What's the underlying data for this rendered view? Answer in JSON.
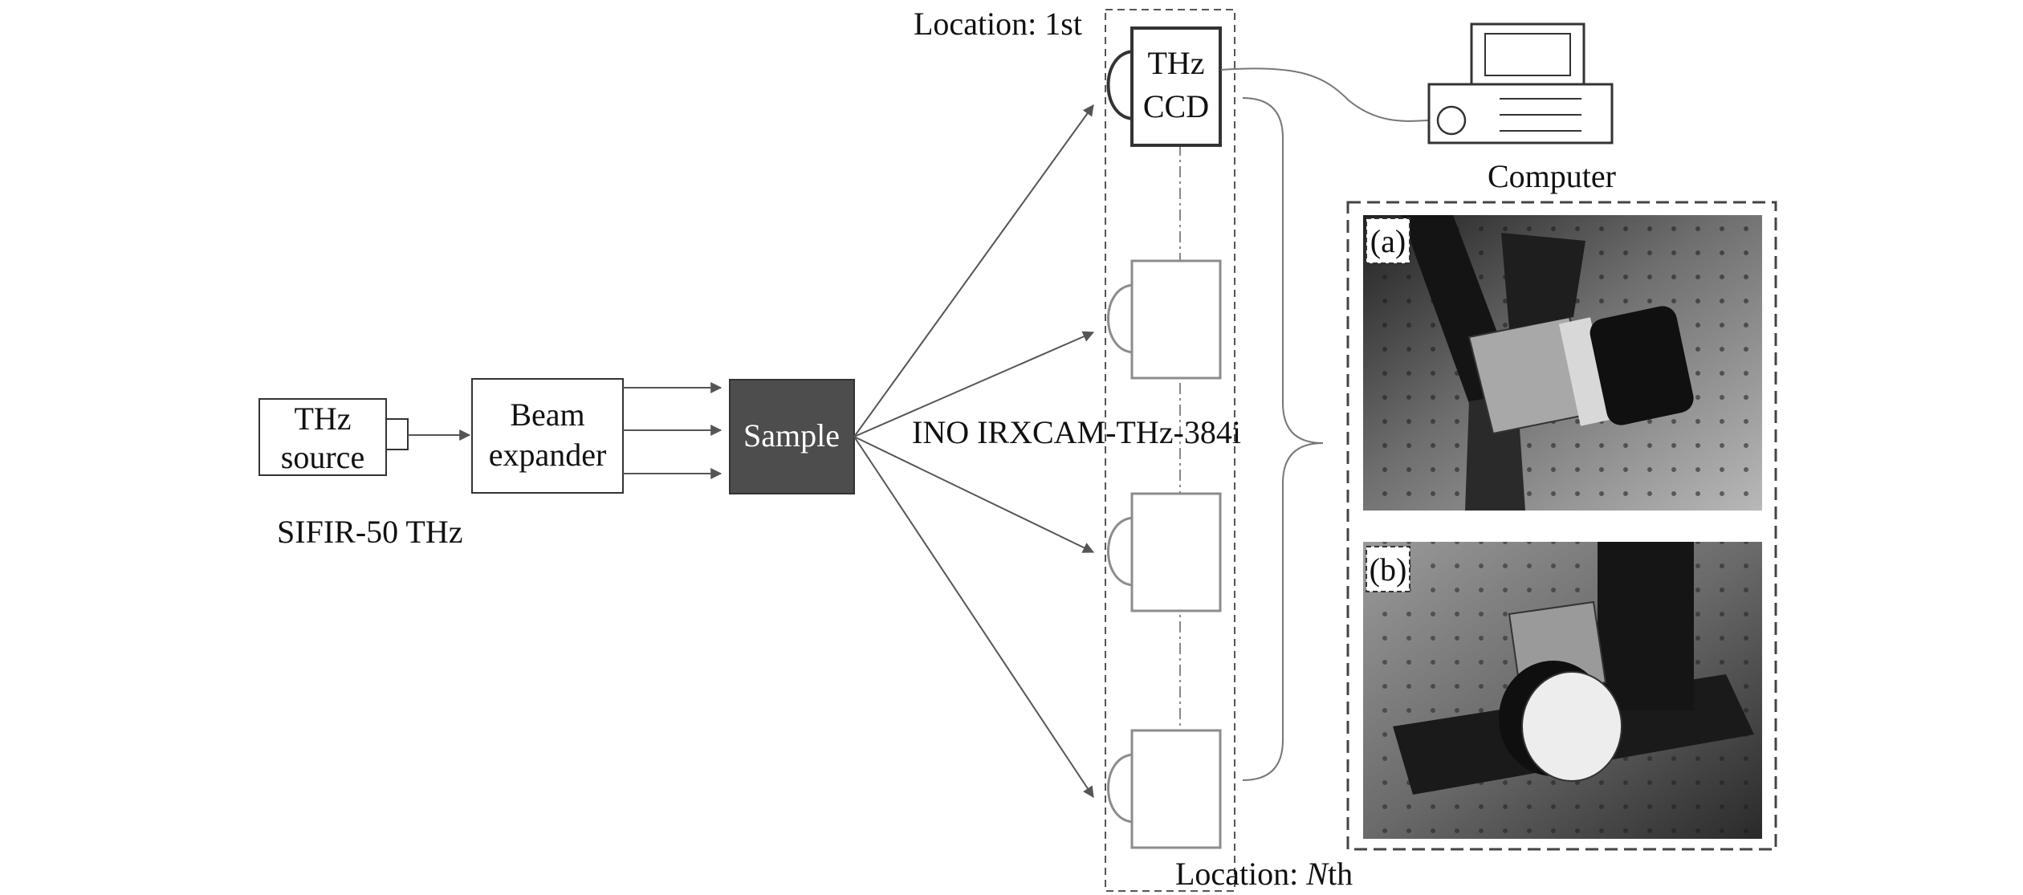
{
  "source": {
    "line1": "THz",
    "line2": "source",
    "model": "SIFIR-50 THz"
  },
  "expander": {
    "line1": "Beam",
    "line2": "expander"
  },
  "sample": {
    "label": "Sample"
  },
  "ccd": {
    "line1": "THz",
    "line2": "CCD"
  },
  "camera_model": "INO IRXCAM-THz-384i",
  "location": {
    "first": "Location: 1st",
    "last_prefix": "Location: ",
    "last_n": "N",
    "last_suffix": "th"
  },
  "computer": {
    "label": "Computer"
  },
  "photos": {
    "a_label": "(a)",
    "b_label": "(b)"
  },
  "colors": {
    "sample_fill": "#4d4d4d",
    "box_stroke": "#333333",
    "gray_stroke": "#8c8c8c"
  }
}
